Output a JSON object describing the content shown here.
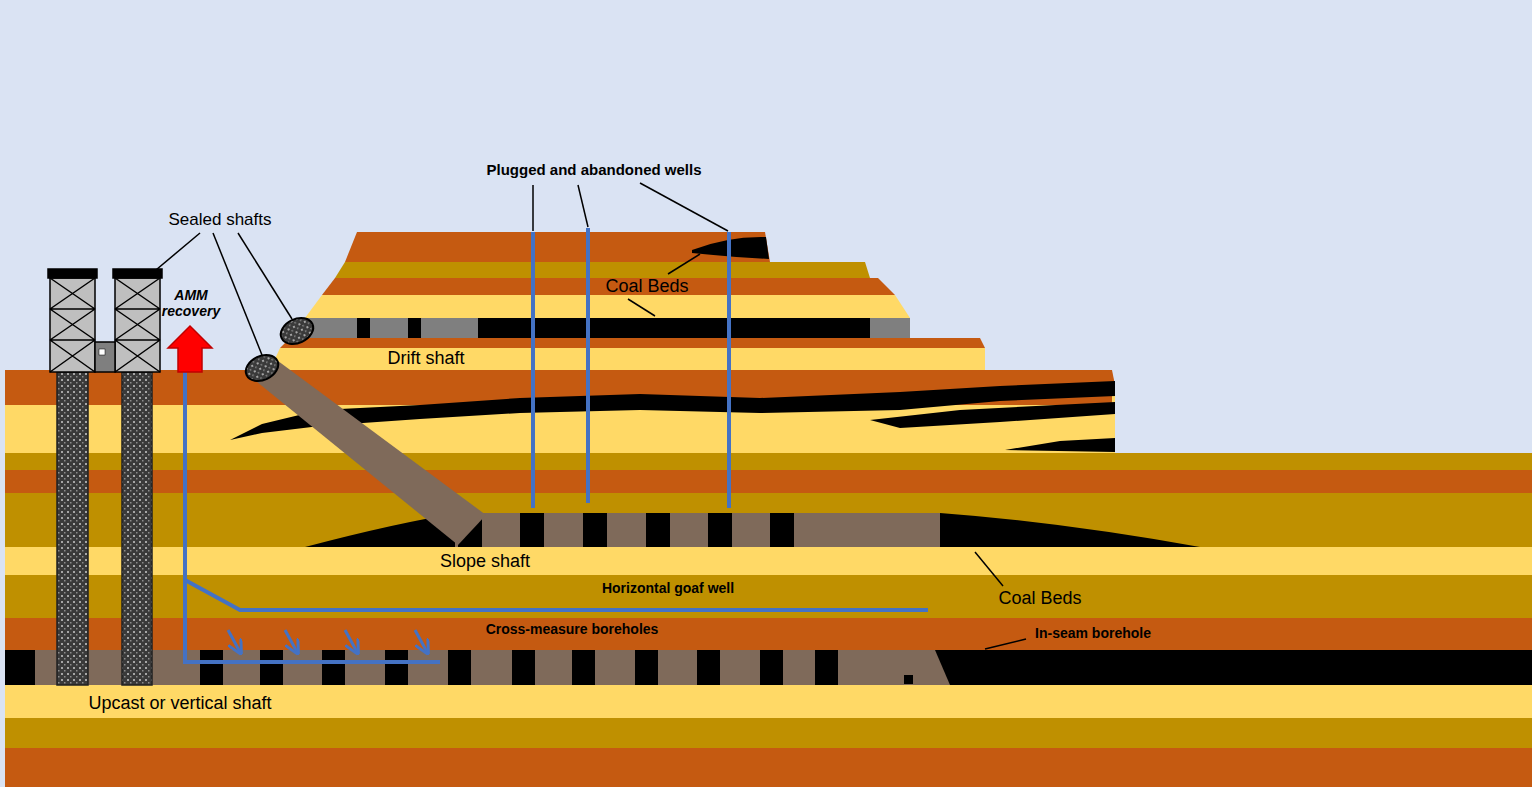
{
  "diagram": {
    "labels": [
      "Plugged and abandoned wells",
      "Sealed shafts",
      "AMM recovery",
      "Coal Beds",
      "Drift shaft",
      "Slope shaft",
      "Horizontal goaf well",
      "Cross-measure boreholes",
      "Coal Beds",
      "In-seam borehole",
      "Upcast or vertical shaft"
    ]
  }
}
